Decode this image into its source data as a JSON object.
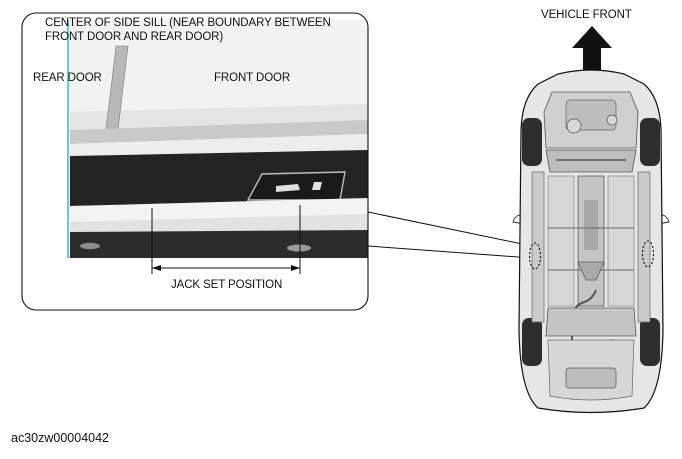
{
  "callout": {
    "sill_label_line1": "CENTER OF SIDE SILL (NEAR BOUNDARY BETWEEN",
    "sill_label_line2": "FRONT DOOR AND REAR DOOR)",
    "rear_door_label": "REAR DOOR",
    "front_door_label": "FRONT DOOR",
    "jack_label": "JACK SET POSITION"
  },
  "vehicle": {
    "front_label": "VEHICLE FRONT",
    "arrow_icon": "arrow-up-icon"
  },
  "figure_code": "ac30zw00004042",
  "colors": {
    "line": "#111111",
    "door_edge": "#6ec6e0",
    "sill_dark": "#242424",
    "body_gray": "#d8d8d8"
  }
}
